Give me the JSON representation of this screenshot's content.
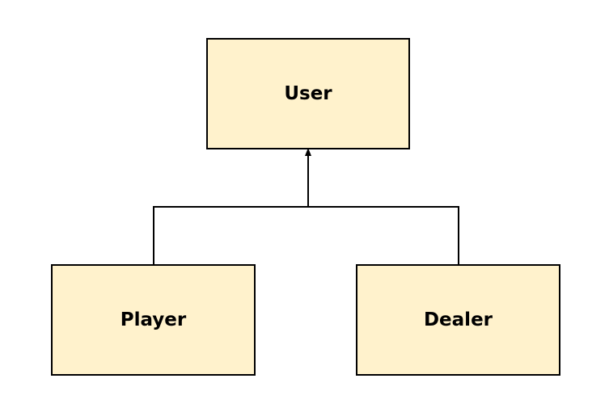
{
  "diagram": {
    "fill_color": "#fff2cc",
    "stroke_color": "#000000",
    "nodes": {
      "user": {
        "label": "User"
      },
      "player": {
        "label": "Player"
      },
      "dealer": {
        "label": "Dealer"
      }
    },
    "edges": [
      {
        "from": "player",
        "to": "user",
        "type": "inheritance"
      },
      {
        "from": "dealer",
        "to": "user",
        "type": "inheritance"
      }
    ]
  }
}
